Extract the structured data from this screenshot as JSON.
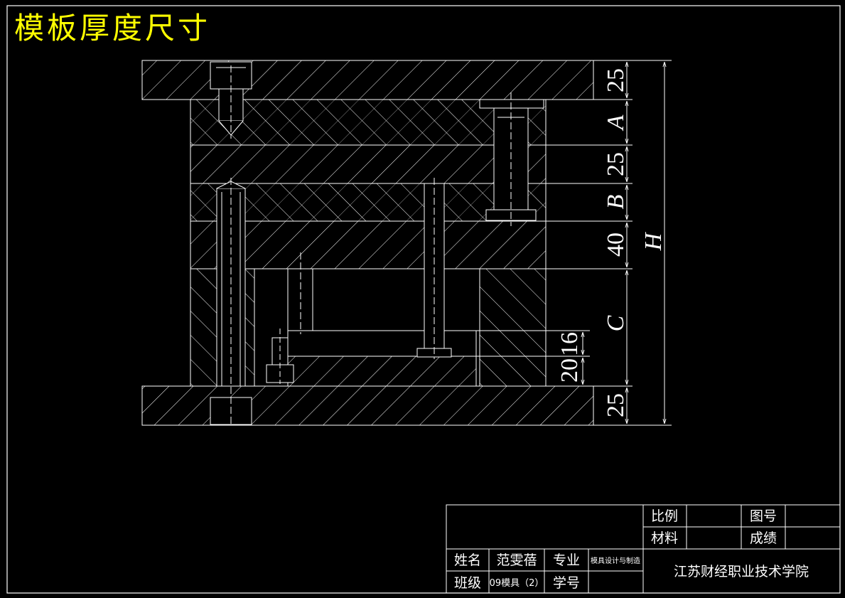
{
  "title": "模板厚度尺寸",
  "colors": {
    "background": "#000000",
    "lines": "#ffffff",
    "title": "#ffff00"
  },
  "dimensions": {
    "d1": "25",
    "d2": "A",
    "d3": "25",
    "d4": "B",
    "d5": "40",
    "d6": "C",
    "d7": "16",
    "d8": "20",
    "d9": "25",
    "overall": "H"
  },
  "title_block": {
    "scale_label": "比例",
    "drawing_no_label": "图号",
    "material_label": "材料",
    "grade_label": "成绩",
    "name_label": "姓名",
    "name_value": "范雯蓓",
    "major_label": "专业",
    "major_value": "模具设计与制造",
    "class_label": "班级",
    "class_value": "09模具（2）",
    "student_no_label": "学号",
    "school": "江苏财经职业技术学院"
  }
}
